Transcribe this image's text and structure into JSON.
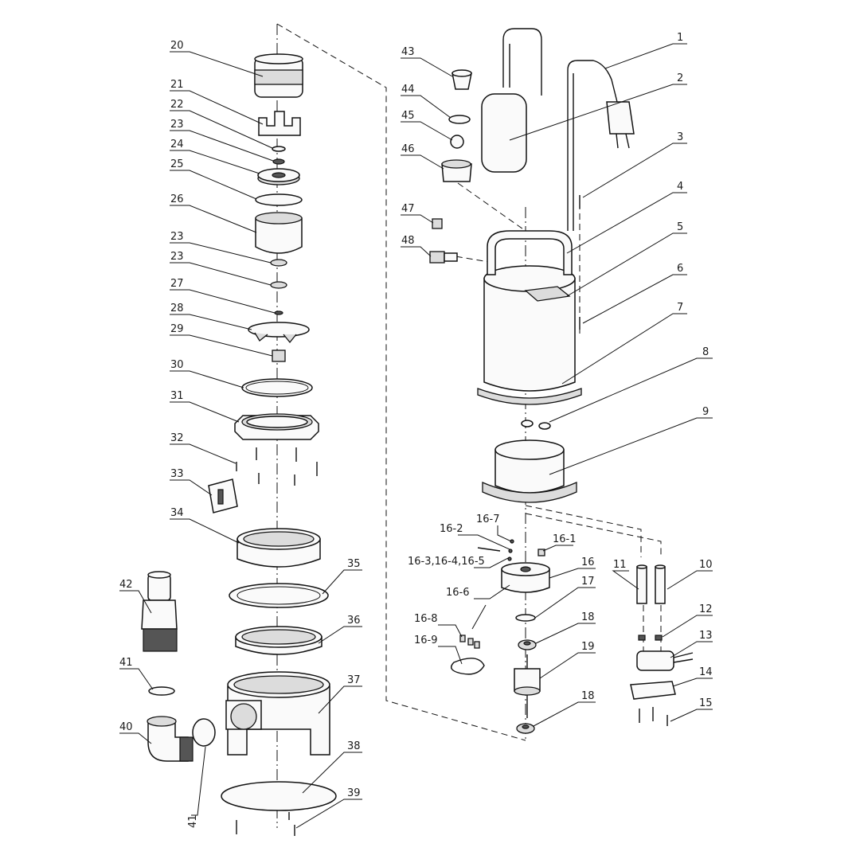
{
  "labels": {
    "l1": "1",
    "l2": "2",
    "l3": "3",
    "l4": "4",
    "l5": "5",
    "l6": "6",
    "l7": "7",
    "l8": "8",
    "l9": "9",
    "l10": "10",
    "l11": "11",
    "l12": "12",
    "l13": "13",
    "l14": "14",
    "l15": "15",
    "l16": "16",
    "l16_1": "16-1",
    "l16_2": "16-2",
    "l16_345": "16-3,16-4,16-5",
    "l16_6": "16-6",
    "l16_7": "16-7",
    "l16_8": "16-8",
    "l16_9": "16-9",
    "l17": "17",
    "l18a": "18",
    "l18b": "18",
    "l19": "19",
    "l20": "20",
    "l21": "21",
    "l22": "22",
    "l23a": "23",
    "l23b": "23",
    "l23c": "23",
    "l24": "24",
    "l25": "25",
    "l26": "26",
    "l27": "27",
    "l28": "28",
    "l29": "29",
    "l30": "30",
    "l31": "31",
    "l32": "32",
    "l33": "33",
    "l34": "34",
    "l35": "35",
    "l36": "36",
    "l37": "37",
    "l38": "38",
    "l39": "39",
    "l40": "40",
    "l41a": "41",
    "l41b": "41",
    "l42": "42",
    "l43": "43",
    "l44": "44",
    "l45": "45",
    "l46": "46",
    "l47": "47",
    "l48": "48"
  }
}
